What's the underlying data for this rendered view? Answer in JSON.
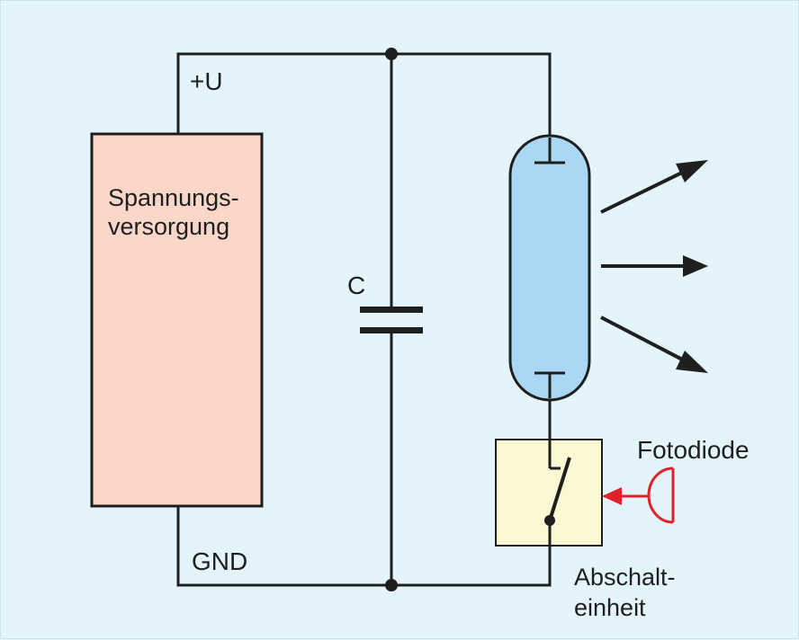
{
  "labels": {
    "supply_plus": "+U",
    "supply_gnd": "GND",
    "power_supply_line1": "Spannungs-",
    "power_supply_line2": "versorgung",
    "capacitor": "C",
    "photodiode": "Fotodiode",
    "shutoff_line1": "Abschalt-",
    "shutoff_line2": "einheit"
  },
  "colors": {
    "wire": "#1f1f1f",
    "power_supply_fill": "#fad7c8",
    "tube_fill": "#a9d8f4",
    "shutoff_fill": "#fbf8d3",
    "photodiode": "#e0222a",
    "background": "#e3f4fb"
  },
  "icons": {
    "capacitor": "capacitor-symbol",
    "lamp": "flash-tube",
    "switch": "open-switch",
    "photodiode": "photodiode-symbol",
    "emission": "light-arrows"
  }
}
